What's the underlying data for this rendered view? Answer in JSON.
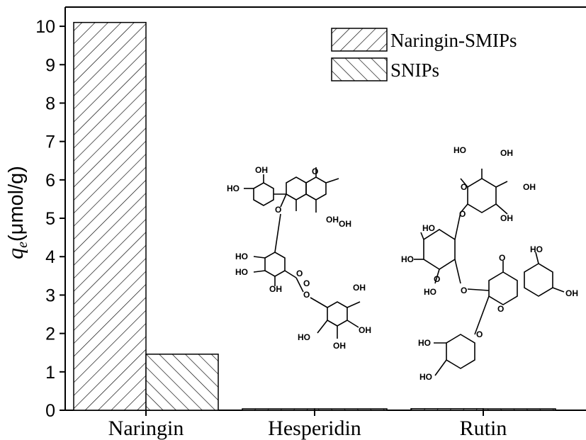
{
  "chart_data": {
    "type": "bar",
    "categories": [
      "Naringin",
      "Hesperidin",
      "Rutin"
    ],
    "series": [
      {
        "name": "Naringin-SMIPs",
        "values": [
          10.1,
          0.02,
          0.04
        ]
      },
      {
        "name": "SNIPs",
        "values": [
          1.46,
          0.01,
          0.02
        ]
      }
    ],
    "ylabel": {
      "symbol": "q",
      "subscript": "e",
      "unit": "(μmol/g)"
    },
    "ylim": [
      0,
      10.5
    ],
    "yticks": [
      0,
      1,
      2,
      3,
      4,
      5,
      6,
      7,
      8,
      9,
      10
    ],
    "legend_position": "top-right",
    "grid": false
  },
  "molecules": {
    "hesperidin_labels": [
      "OH",
      "HO",
      "OH",
      "O",
      "O",
      "OH",
      "OH",
      "O",
      "HO",
      "HO",
      "OH",
      "O",
      "O",
      "HO",
      "OH",
      "OH"
    ],
    "rutin_labels": [
      "HO",
      "OH",
      "O",
      "OH",
      "OH",
      "O",
      "HO",
      "HO",
      "O",
      "HO",
      "O",
      "HO",
      "O",
      "OH",
      "O",
      "O",
      "HO",
      "HO"
    ]
  }
}
